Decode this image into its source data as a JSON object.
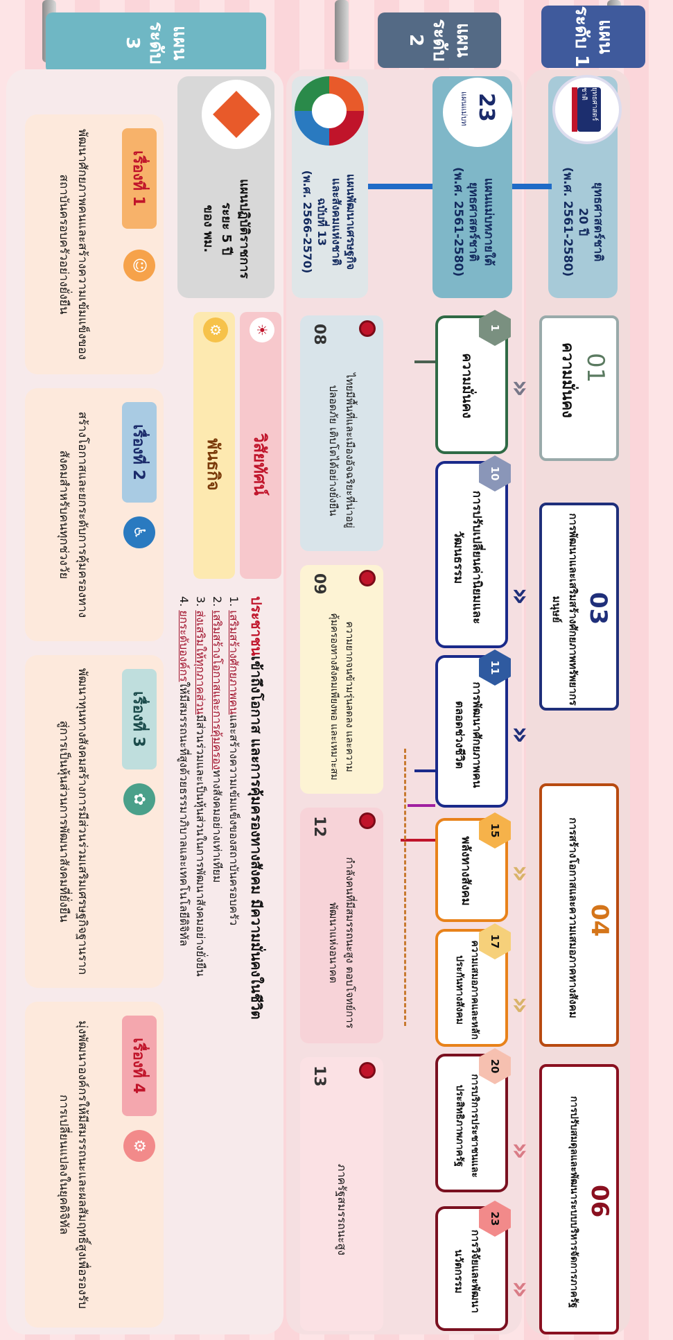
{
  "headers": {
    "level1": {
      "line1": "แผน",
      "line2": "ระดับ 1"
    },
    "level2": {
      "line1": "แผน",
      "line2": "ระดับ 2"
    },
    "level3": {
      "line1": "แผน",
      "line2": "ระดับ 3"
    }
  },
  "level1": {
    "plan_title": "ยุทธศาสตร์ชาติ",
    "plan_years": "20 ปี",
    "plan_period": "(พ.ศ. 2561-2580)",
    "logo_caption": "ยุทธศาสตร์ชาติ",
    "strategies": [
      {
        "number": "01",
        "title": "ความมั่นคง",
        "color": "#3f5f4a"
      },
      {
        "number": "03",
        "title": "การพัฒนาและเสริมสร้างศักยภาพทรัพยากรมนุษย์",
        "color": "#1f2f7a"
      },
      {
        "number": "04",
        "title": "การสร้างโอกาสและความเสมอภาคทางสังคม",
        "color": "#b84a10"
      },
      {
        "number": "06",
        "title": "การปรับสมดุลและพัฒนาระบบบริหารจัดการภาครัฐ",
        "color": "#8a1020"
      }
    ]
  },
  "level2_master": {
    "plan_title": "แผนแม่บทภายใต้",
    "plan_subtitle": "ยุทธศาสตร์ชาติ",
    "plan_period": "(พ.ศ. 2561-2580)",
    "logo_number": "23",
    "logo_caption": "แผนแม่บท",
    "plans": [
      {
        "number": "1",
        "title": "ความมั่นคง",
        "color": "#2f6a45"
      },
      {
        "number": "10",
        "title": "การปรับเปลี่ยนค่านิยมและวัฒนธรรม",
        "color": "#1a2a8a"
      },
      {
        "number": "11",
        "title": "การพัฒนาศักยภาพคนตลอดช่วงชีวิต",
        "color": "#1a2a8a"
      },
      {
        "number": "15",
        "title": "พลังทางสังคม",
        "color": "#e8821a"
      },
      {
        "number": "17",
        "title": "ความเสมอภาคและหลักประกันทางสังคม",
        "color": "#e8821a"
      },
      {
        "number": "20",
        "title": "การบริการประชาชนและประสิทธิภาพภาครัฐ",
        "color": "#7a1020"
      },
      {
        "number": "23",
        "title": "การวิจัยและพัฒนานวัตกรรม",
        "color": "#7a1020"
      }
    ]
  },
  "level2_nesdp": {
    "plan_title": "แผนพัฒนาเศรษฐกิจ",
    "plan_subtitle": "และสังคมแห่งชาติ",
    "plan_edition": "ฉบับที่ 13",
    "plan_period": "(พ.ศ. 2566-2570)",
    "goals": [
      {
        "number": "08",
        "title": "ไทยมีพื้นที่และเมืองอัจฉริยะที่น่าอยู่ ปลอดภัย เติบโตได้อย่างยั่งยืน",
        "bg": "#d9e4ea"
      },
      {
        "number": "09",
        "title": "ความยากจนข้ามรุ่นลดลง และความคุ้มครองทางสังคมเพียงพอ และเหมาะสม",
        "bg": "#fdf3d4"
      },
      {
        "number": "12",
        "title": "กำลังคนที่มีสมรรถนะสูง ตอบโจทย์การพัฒนาแห่งอนาคต",
        "bg": "#f7d3d8"
      },
      {
        "number": "13",
        "title": "ภาครัฐสมรรถนะสูง",
        "bg": "#fbe1e4"
      }
    ]
  },
  "level3": {
    "plan_title": "แผนปฏิบัติราชการ",
    "plan_period": "ระยะ 5 ปี",
    "plan_owner": "ของ พม.",
    "vision_label": "วิสัยทัศน์",
    "mission_label": "พันธกิจ",
    "vision_text_accent": "ประชาชน",
    "vision_text_rest": "เข้าถึงโอกาส และการคุ้มครองทางสังคม มีความมั่นคงในชีวิต",
    "missions": [
      {
        "idx": "1.",
        "accent": "เสริมสร้างศักยภาพคน",
        "rest": "และสร้างความเข้มแข็งของสถาบันครอบครัว"
      },
      {
        "idx": "2.",
        "accent": "เสริมสร้างโอกาสและการคุ้มครอง",
        "rest": "ทางสังคมอย่างเท่าเทียม"
      },
      {
        "idx": "3.",
        "accent": "ส่งเสริมให้ทุกภาคส่วน",
        "rest": "มีส่วนร่วมและเป็นหุ้นส่วนในการพัฒนาสังคมอย่างยั่งยืน"
      },
      {
        "idx": "4.",
        "accent": "ยกระดับองค์กร",
        "rest": "ให้มีสมรรถนะที่สูงด้วยธรรมาภิบาลและเทคโนโลยีดิจิทัล"
      }
    ],
    "stories": [
      {
        "tag": "เรื่องที่ 1",
        "text": "พัฒนาศักยภาพคนและสร้างความเข้มแข็งของสถาบันครอบครัวอย่างยั่งยืน",
        "tag_bg": "#f7b26a"
      },
      {
        "tag": "เรื่องที่ 2",
        "text": "สร้างโอกาสและยกระดับการคุ้มครองทางสังคมสำหรับคนทุกช่วงวัย",
        "tag_bg": "#a9cbe3"
      },
      {
        "tag": "เรื่องที่ 3",
        "text": "พัฒนาทุนทางสังคมสร้างการมีส่วนร่วมเสริมเศรษฐกิจฐานรากสู่การเป็นหุ้นส่วนการพัฒนาสังคมที่ยั่งยืน",
        "tag_bg": "#bfdedd"
      },
      {
        "tag": "เรื่องที่ 4",
        "text": "มุ่งพัฒนาองค์กรให้มีสมรรถนะและผลสัมฤทธิ์สูงเพื่อรองรับการเปลี่ยนแปลงในยุคดิจิทัล",
        "tag_bg": "#f4a7ae"
      }
    ]
  },
  "colors": {
    "level1_header": "#3f5a9c",
    "level2_header": "#546a85",
    "level3_header": "#6fb7c4",
    "accent_red": "#c0142a",
    "purple": "#a020a0"
  },
  "icons": [
    "pushpin-icon",
    "gear-icon",
    "lightbulb-icon",
    "people-icon",
    "family-icon",
    "handshake-icon",
    "head-gear-icon",
    "chevron-right-icon"
  ]
}
